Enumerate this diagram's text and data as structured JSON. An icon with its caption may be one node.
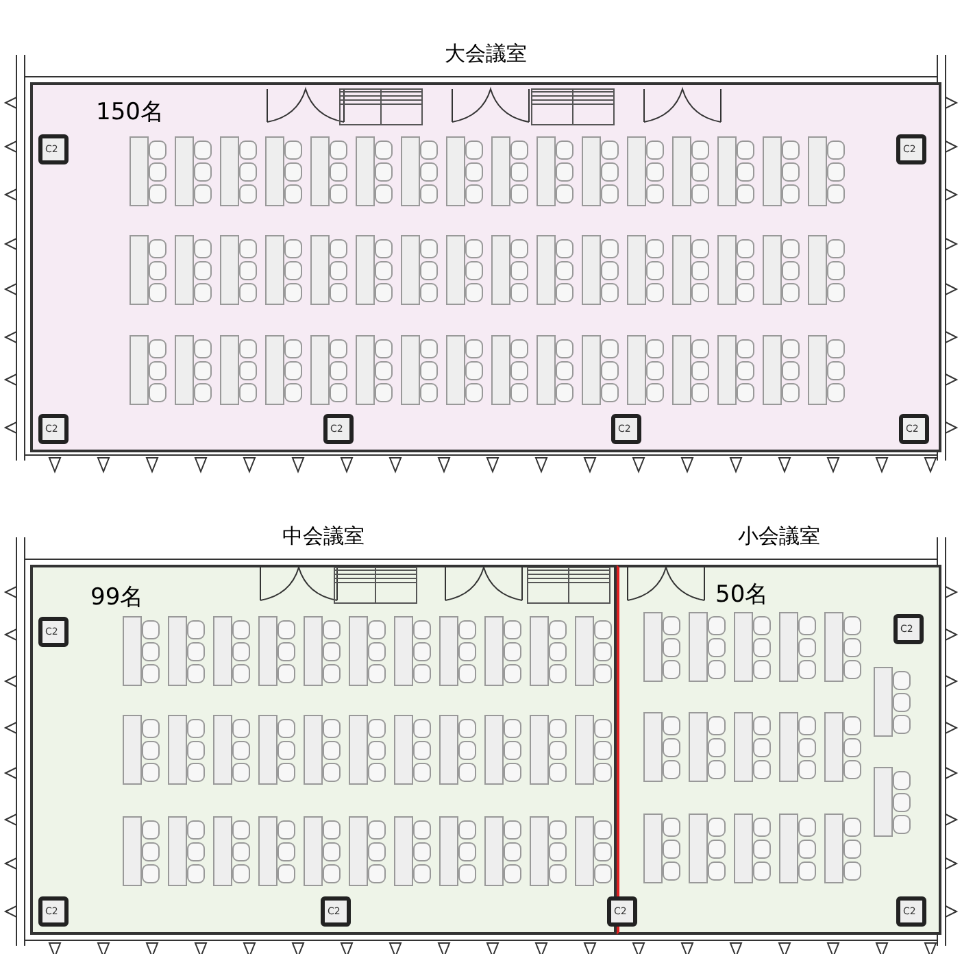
{
  "diagram": {
    "nodes": [
      {
        "text": [
          "大会議室",
          "150名"
        ]
      },
      {
        "text": [
          "C2"
        ],
        "in": 0
      },
      {
        "text": [
          "C2"
        ],
        "in": 0
      },
      {
        "text": [
          "C2"
        ],
        "in": 0
      },
      {
        "text": [
          "C2"
        ],
        "in": 0
      },
      {
        "text": [
          "C2"
        ],
        "in": 0
      },
      {
        "text": [
          "C2"
        ],
        "in": 0
      },
      {
        "text": [
          "中会議室",
          "99名"
        ]
      },
      {
        "text": [
          "C2"
        ],
        "in": 7
      },
      {
        "text": [
          "C2"
        ],
        "in": 7
      },
      {
        "text": [
          "C2"
        ],
        "in": 7
      },
      {
        "text": [
          "小会議室",
          "50名"
        ]
      },
      {
        "text": [
          "C2"
        ],
        "in": 11
      },
      {
        "text": [
          "C2"
        ],
        "in": 11
      },
      {
        "text": [
          "C2"
        ]
      }
    ],
    "edges": []
  }
}
